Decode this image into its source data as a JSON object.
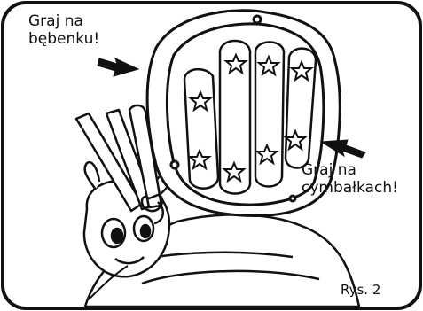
{
  "labels": {
    "drum_line1": "Graj na",
    "drum_line2": "bębenku!",
    "xylophone_line1": "Graj na",
    "xylophone_line2": "cymbałkach!"
  },
  "caption": "Rys. 2",
  "colors": {
    "ink": "#111111",
    "background": "#ffffff"
  }
}
